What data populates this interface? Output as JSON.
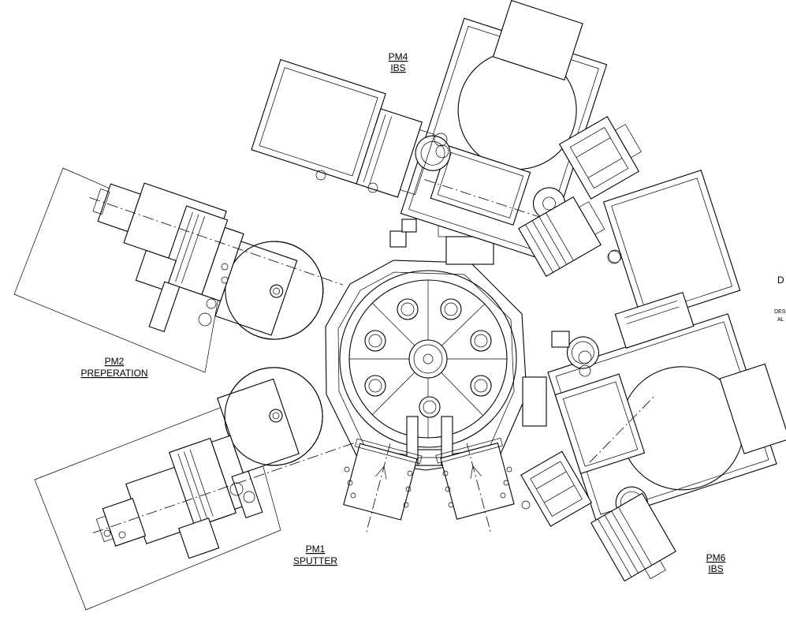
{
  "labels": {
    "pm1_name": "PM1",
    "pm1_type": "SPUTTER",
    "pm2_name": "PM2",
    "pm2_type": "PREPERATION",
    "pm4_name": "PM4",
    "pm4_type": "IBS",
    "pm6_name": "PM6",
    "pm6_type": "IBS",
    "edge_d": "D",
    "edge_des": "DES",
    "edge_al": "AL"
  },
  "colors": {
    "line": "#000000",
    "background": "#ffffff"
  }
}
